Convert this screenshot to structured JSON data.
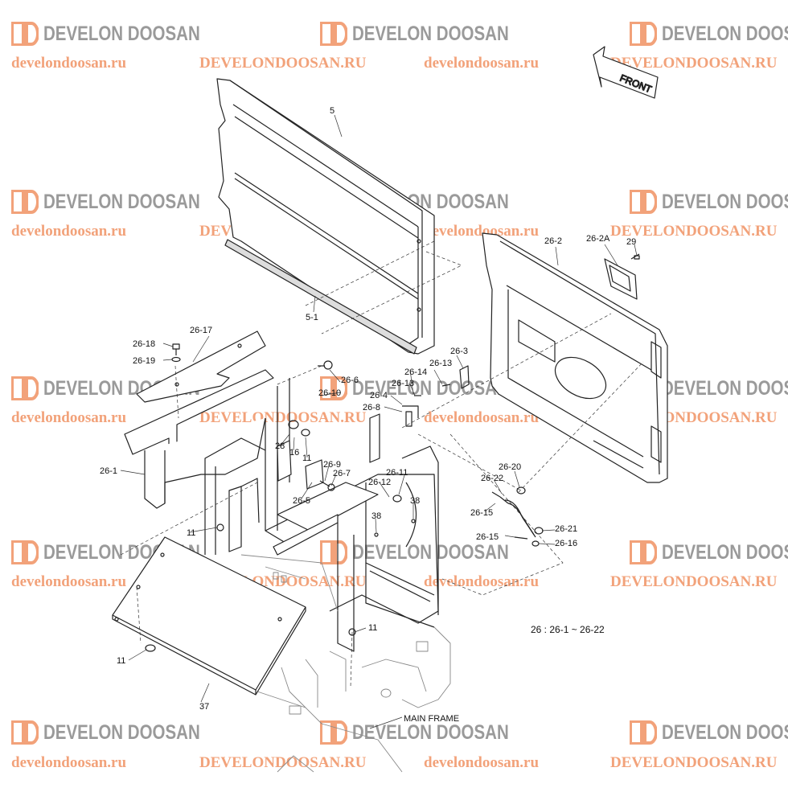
{
  "watermark": {
    "brand": "DEVELON DOOSAN",
    "site_lower": "develondoosan.ru",
    "site_upper": "DEVELONDOOSAN.RU",
    "brand_color": "#9a9a9a",
    "site_color": "#f2a27a"
  },
  "front_arrow": {
    "label": "FRONT"
  },
  "frame_label": "MAIN FRAME",
  "set_note": "26 : 26-1 ~ 26-22",
  "callouts": {
    "c5": "5",
    "c5_1": "5-1",
    "c26_2": "26-2",
    "c26_2A": "26-2A",
    "c29": "29",
    "c26_17": "26-17",
    "c26_18": "26-18",
    "c26_19": "26-19",
    "c26_6": "26-6",
    "c26_10": "26-10",
    "c26_3": "26-3",
    "c26_13a": "26-13",
    "c26_14": "26-14",
    "c26_13b": "26-13",
    "c26_4": "26-4",
    "c26_8": "26-8",
    "c26_1": "26-1",
    "c28": "28",
    "c16": "16",
    "c11a": "11",
    "c26_9": "26-9",
    "c26_7": "26-7",
    "c26_11": "26-11",
    "c26_12": "26-12",
    "c26_5": "26-5",
    "c38a": "38",
    "c38b": "38",
    "c11b": "11",
    "c26_20": "26-20",
    "c26_22": "26-22",
    "c26_15a": "26-15",
    "c26_15b": "26-15",
    "c26_21": "26-21",
    "c26_16": "26-16",
    "c11c": "11",
    "c11d": "11",
    "c37": "37"
  }
}
